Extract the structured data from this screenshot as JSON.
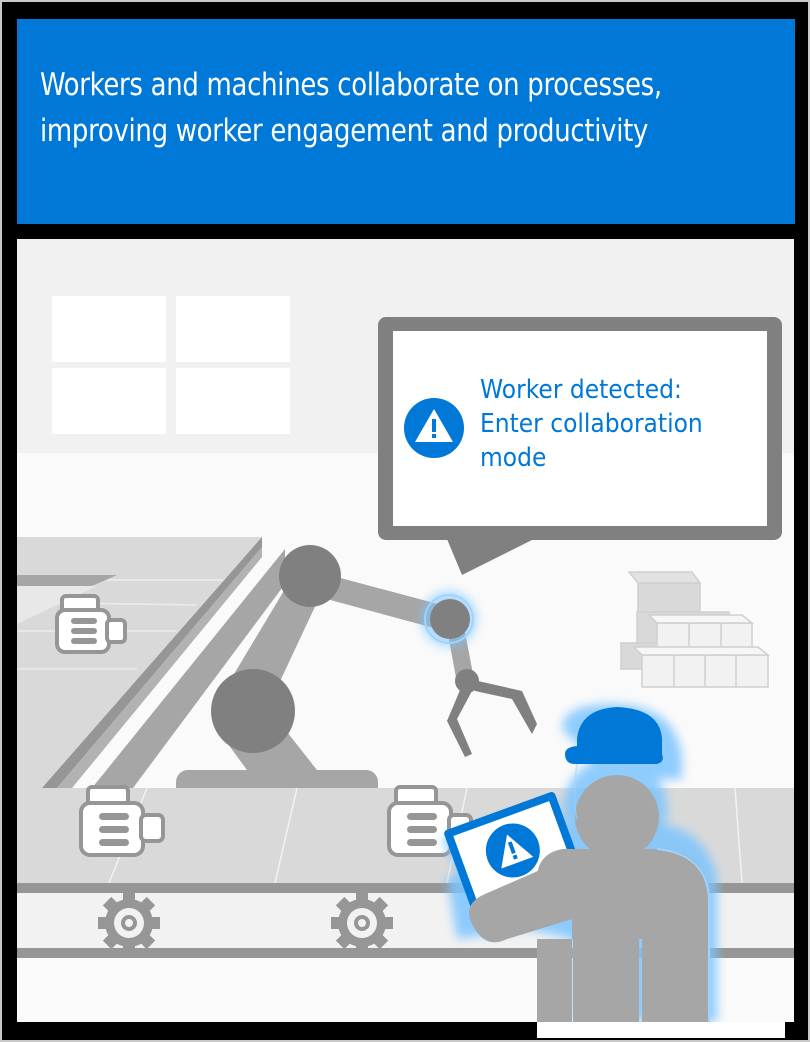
{
  "header": {
    "title": "Workers and machines collaborate on processes, improving worker engagement and productivity",
    "background_color": "#0078d7"
  },
  "alert_bubble": {
    "icon": "warning-icon",
    "lines": [
      "Worker detected:",
      "Enter collaboration",
      "mode"
    ],
    "text_color": "#0078d7"
  },
  "tablet": {
    "icon": "warning-icon"
  },
  "scene": {
    "elements": [
      "window",
      "conveyor-belt",
      "robot-arm",
      "motor-units",
      "gear-wheels",
      "stacked-boxes",
      "worker-with-hard-hat",
      "tablet"
    ],
    "highlight_color": "#7cc4ff",
    "accent_color": "#0078d7"
  }
}
